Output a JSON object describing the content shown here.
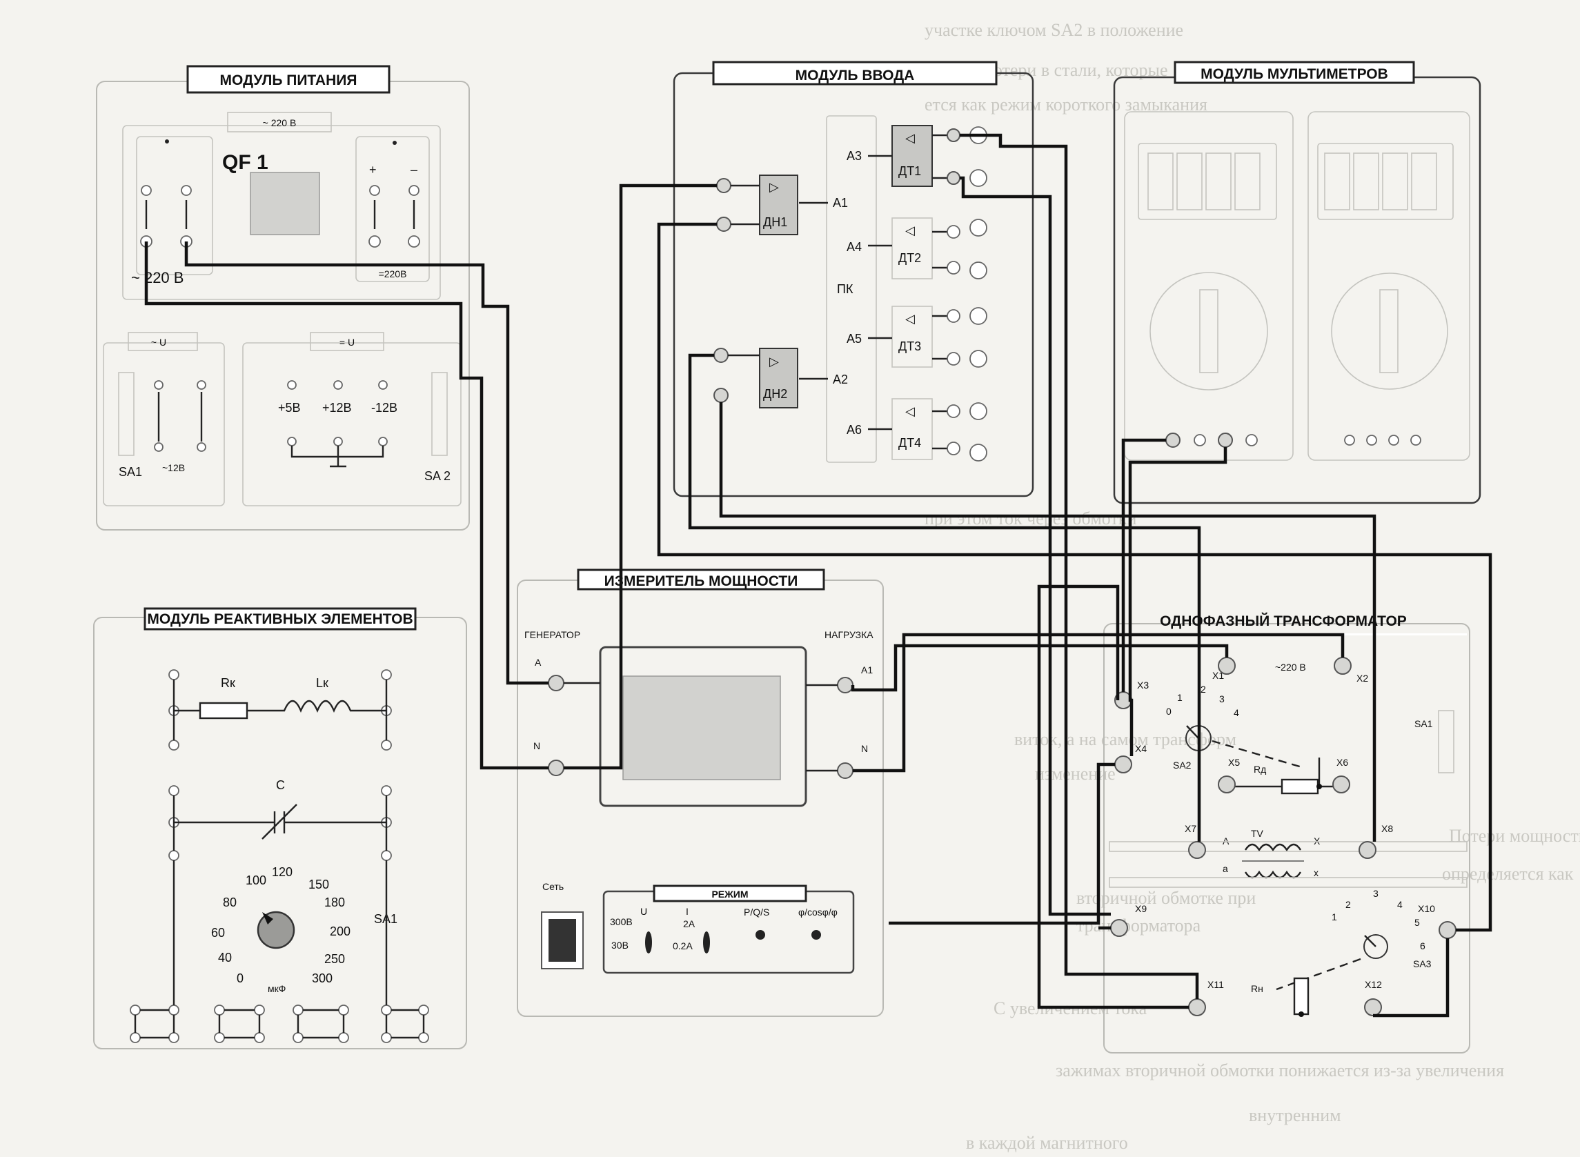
{
  "modules": {
    "power": {
      "title": "МОДУЛЬ ПИТАНИЯ",
      "ac_header": "~ 220 В",
      "breaker": "QF 1",
      "ac_out": "~ 220 В",
      "dc_plus": "+",
      "dc_minus": "–",
      "dc_out": "=220В",
      "var_ac_header": "~ U",
      "var_dc_header": "= U",
      "sa1": "SA1",
      "sa1_range": "~12В",
      "p5": "+5В",
      "p12": "+12В",
      "m12": "-12В",
      "sa2": "SA 2"
    },
    "input": {
      "title": "МОДУЛЬ ВВОДА",
      "dn1": "ДН1",
      "dn2": "ДН2",
      "dt1": "ДТ1",
      "dt2": "ДТ2",
      "dt3": "ДТ3",
      "dt4": "ДТ4",
      "pk": "ПК",
      "a1": "A1",
      "a2": "A2",
      "a3": "A3",
      "a4": "A4",
      "a5": "A5",
      "a6": "A6"
    },
    "multimeters": {
      "title": "МОДУЛЬ МУЛЬТИМЕТРОВ"
    },
    "power_meter": {
      "title": "ИЗМЕРИТЕЛЬ МОЩНОСТИ",
      "generator": "ГЕНЕРАТОР",
      "load": "НАГРУЗКА",
      "a": "A",
      "n_left": "N",
      "a1": "A1",
      "n_right": "N",
      "mode": "РЕЖИМ",
      "net": "Сеть",
      "v300": "300В",
      "v30": "30В",
      "u": "U",
      "i": "I",
      "a2": "2A",
      "a02": "0.2A",
      "pqs": "P/Q/S",
      "phi": "φ/cosφ/φ"
    },
    "reactive": {
      "title": "МОДУЛЬ РЕАКТИВНЫХ ЭЛЕМЕНТОВ",
      "rk": "Rк",
      "lk": "Lк",
      "c": "C",
      "sa1": "SA1",
      "unit": "мкФ",
      "dial": [
        "0",
        "40",
        "60",
        "80",
        "100",
        "120",
        "150",
        "180",
        "200",
        "250",
        "300"
      ]
    },
    "transformer": {
      "title": "ОДНОФАЗНЫЙ ТРАНСФОРМАТОР",
      "v220": "~220 В",
      "x1": "X1",
      "x2": "X2",
      "x3": "X3",
      "x4": "X4",
      "x5": "X5",
      "x6": "X6",
      "x7": "X7",
      "x8": "X8",
      "x9": "X9",
      "x10": "X10",
      "x11": "X11",
      "x12": "X12",
      "sa1": "SA1",
      "sa2": "SA2",
      "sa3": "SA3",
      "rd": "Rд",
      "rn": "Rн",
      "tv": "TV",
      "A": "A",
      "X": "X",
      "a": "a",
      "x": "x",
      "taps1": [
        "0",
        "1",
        "2",
        "3",
        "4"
      ],
      "taps3": [
        "1",
        "2",
        "3",
        "4",
        "5",
        "6"
      ]
    }
  },
  "colors": {
    "wire": "#111111",
    "panel": "#b9b9b4",
    "background": "#f4f3ef"
  },
  "background_text": [
    "участке ключом SA2 в положение",
    "тем, что потери в стали, которые",
    "ется как режим короткого замыкания",
    "при этом ток через обмотки",
    "виток, а на самом трансформ",
    "изменение",
    "Потери мощности",
    "определяется как",
    "вторичной обмотке при",
    "трансформатора",
    "С увеличением тока",
    "зажимах вторичной обмотки понижается из-за увеличения",
    "внутренним",
    "в каждой магнитного"
  ]
}
